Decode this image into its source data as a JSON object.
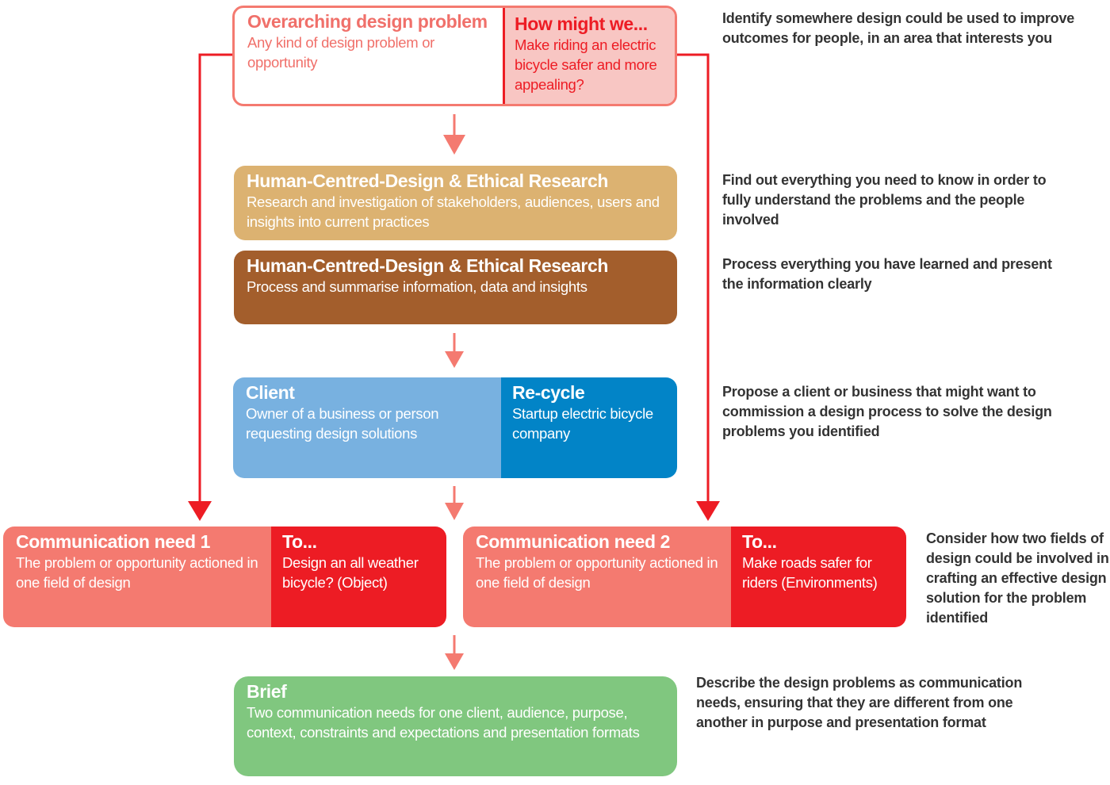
{
  "colors": {
    "salmon": "#f47a70",
    "salmon_text": "#f0706a",
    "red": "#ed1c24",
    "pink_fill": "#f8c6c3",
    "tan": "#dcb271",
    "brown": "#a35e2c",
    "light_blue": "#78b1e0",
    "blue": "#0284c7",
    "green": "#80c77f",
    "note_text": "#333333"
  },
  "problem": {
    "left_title": "Overarching design problem",
    "left_desc": "Any kind of design problem or opportunity",
    "right_title": "How might we...",
    "right_desc": "Make riding an electric bicycle safer and more appealing?"
  },
  "research": {
    "title": "Human-Centred-Design & Ethical Research",
    "desc": "Research and investigation of stakeholders, audiences, users and insights into current practices"
  },
  "process": {
    "title": "Human-Centred-Design & Ethical Research",
    "desc": "Process and summarise information, data and insights"
  },
  "client": {
    "left_title": "Client",
    "left_desc": "Owner of a business or person requesting design solutions",
    "right_title": "Re-cycle",
    "right_desc": "Startup electric bicycle company"
  },
  "need1": {
    "left_title": "Communication need 1",
    "left_desc": "The problem or opportunity actioned in one field of design",
    "right_title": "To...",
    "right_desc": "Design an all weather bicycle? (Object)"
  },
  "need2": {
    "left_title": "Communication need 2",
    "left_desc": "The problem or opportunity actioned in one field of design",
    "right_title": "To...",
    "right_desc": "Make roads safer for riders (Environments)"
  },
  "brief": {
    "title": "Brief",
    "desc": "Two communication needs for one client, audience, purpose, context, constraints and expectations and presentation formats"
  },
  "notes": {
    "problem": "Identify somewhere design could be used to improve outcomes for people, in an area that interests you",
    "research": "Find out everything you need to know in order to fully understand the problems and the people involved",
    "process": "Process everything you have learned and present the information clearly",
    "client": "Propose a client or business that might want to commission a design process to solve the design problems you identified",
    "needs": "Consider how two fields of design could be involved in crafting an effective design solution for the problem identified",
    "brief": "Describe the design problems as communication needs, ensuring that they are different from one another in purpose and presentation format"
  }
}
